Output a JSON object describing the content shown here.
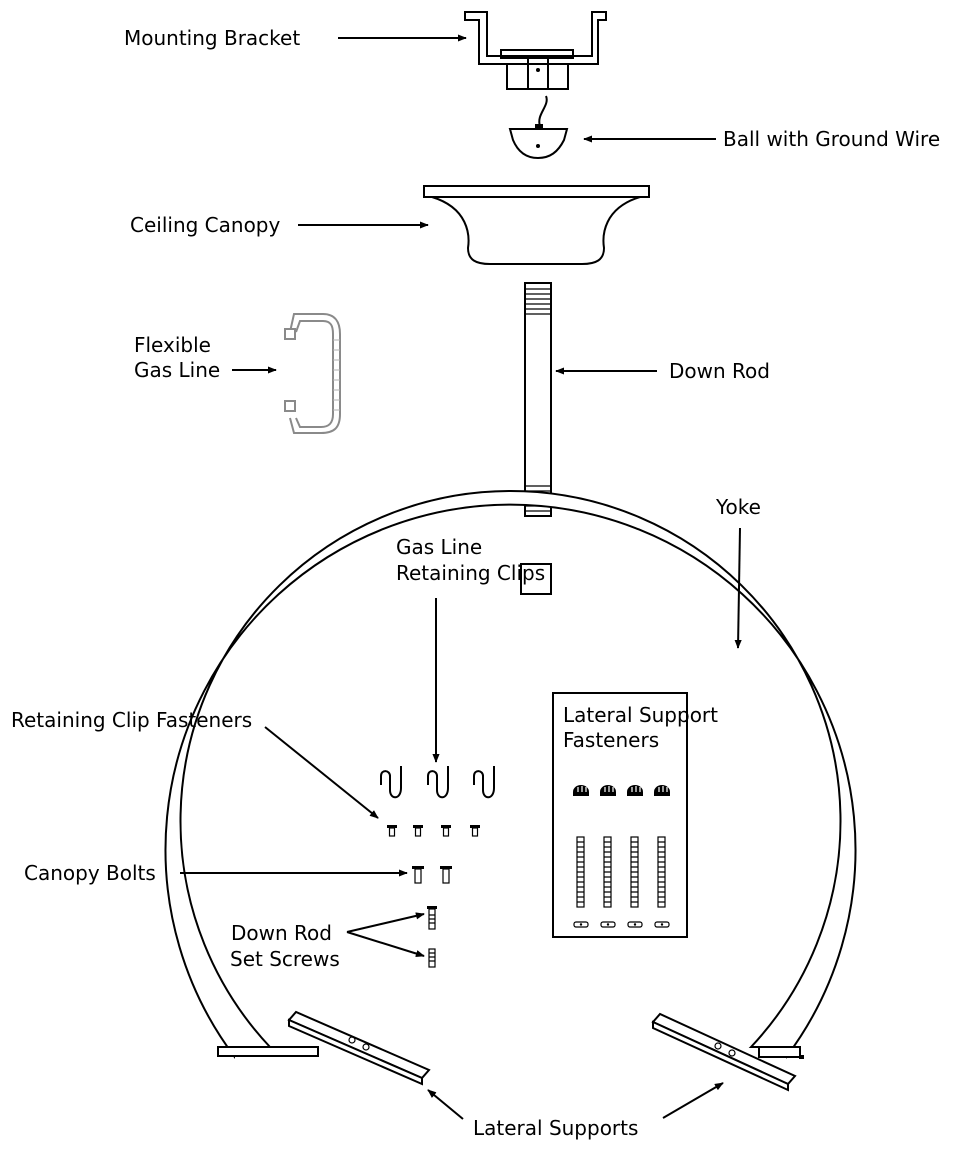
{
  "labels": {
    "mounting_bracket": "Mounting Bracket",
    "ball_ground_wire": "Ball with Ground Wire",
    "ceiling_canopy": "Ceiling Canopy",
    "flexible_gas_line_1": "Flexible",
    "flexible_gas_line_2": "Gas Line",
    "down_rod": "Down Rod",
    "gas_line_clips_1": "Gas Line",
    "gas_line_clips_2": "Retaining Clips",
    "yoke": "Yoke",
    "retaining_clip_fasteners": "Retaining Clip Fasteners",
    "lateral_support_fasteners_1": "Lateral Support",
    "lateral_support_fasteners_2": "Fasteners",
    "canopy_bolts": "Canopy Bolts",
    "down_rod_set_screws_1": "Down Rod",
    "down_rod_set_screws_2": "Set Screws",
    "lateral_supports": "Lateral Supports"
  },
  "colors": {
    "line": "#000000",
    "gas_line": "#8a8a8a",
    "background": "#ffffff"
  }
}
